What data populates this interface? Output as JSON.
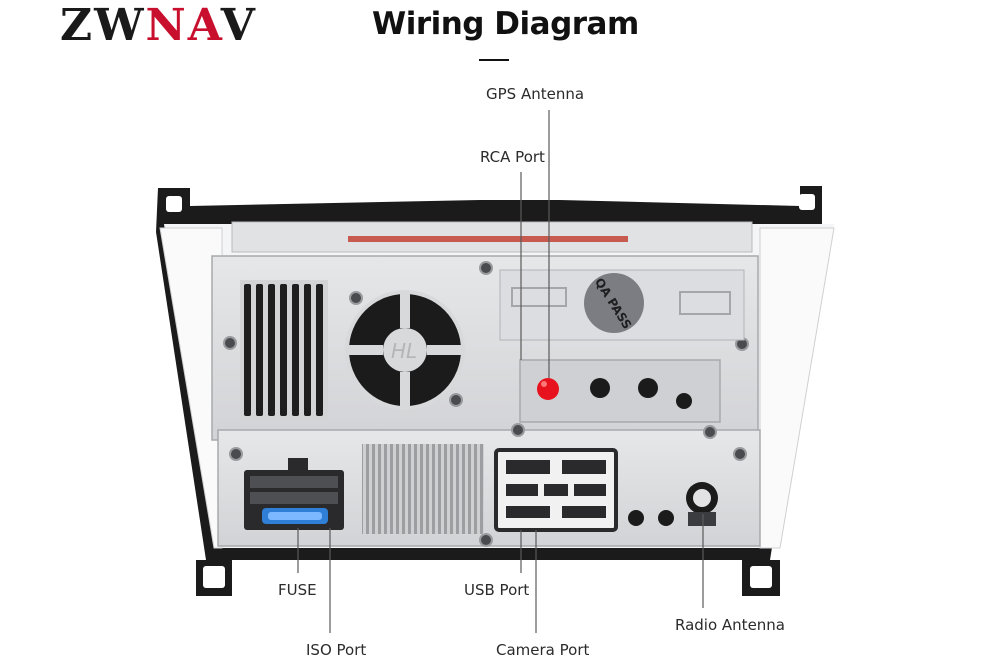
{
  "header": {
    "logo_dark_1": "ZW",
    "logo_red": "NA",
    "logo_dark_2": "V",
    "title": "Wiring Diagram"
  },
  "colors": {
    "logo_red": "#c8102e",
    "gps_connector": "#e8121e",
    "panel": "#d9dadc",
    "bezel": "#111111"
  },
  "labels": {
    "gps_antenna": "GPS Antenna",
    "rca_port": "RCA Port",
    "fuse": "FUSE",
    "iso_port": "ISO Port",
    "usb_port": "USB Port",
    "camera_port": "Camera Port",
    "radio_antenna": "Radio Antenna"
  },
  "unit_markings": {
    "qa_sticker": "QA PASS",
    "fan_logo": "HL"
  }
}
